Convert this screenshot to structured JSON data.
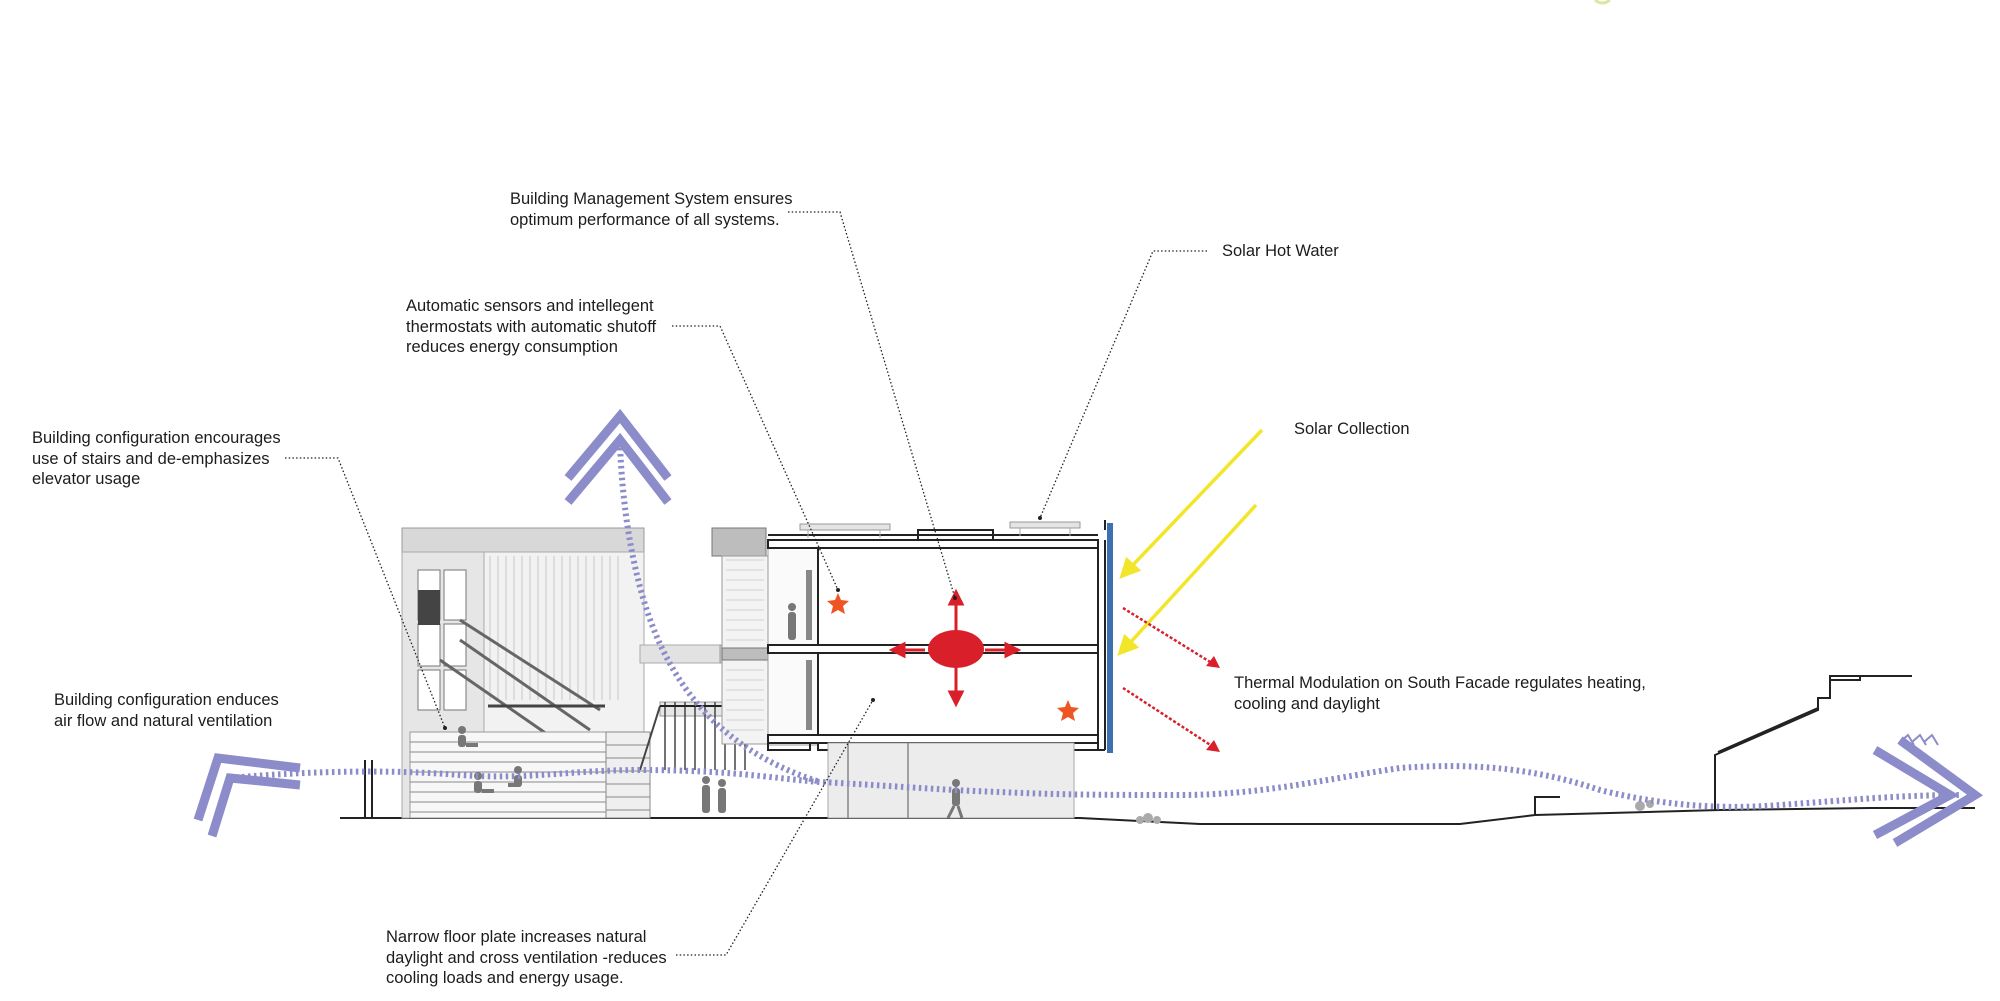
{
  "labels": {
    "bms": [
      "Building Management System ensures",
      "optimum performance of all systems."
    ],
    "sensors": [
      "Automatic sensors and  intellegent",
      "thermostats with automatic shutoff",
      "reduces energy consumption"
    ],
    "stairs": [
      "Building configuration encourages",
      "use of stairs and de-emphasizes",
      "elevator usage"
    ],
    "airflow": [
      "Building configuration enduces",
      "air flow and natural ventilation"
    ],
    "solar_hot_water": [
      "Solar Hot Water"
    ],
    "solar_collection": [
      "Solar Collection"
    ],
    "thermal": [
      "Thermal Modulation on South Facade  regulates heating,",
      "cooling and daylight"
    ],
    "floor_plate": [
      "Narrow floor plate increases natural",
      "daylight and cross ventilation -reduces",
      "cooling loads and energy usage."
    ]
  },
  "colors": {
    "airflow": "#8b8cc9",
    "solar_ray": "#f2e62a",
    "heat": "#d81f2a",
    "sensor_star": "#ee5522",
    "solar_panel": "#3e6fb0",
    "line": "#222222",
    "building_gray": "#bdbdbd"
  },
  "icons": [
    "airflow-arrow-icon",
    "sensor-star-icon",
    "hvac-unit-icon",
    "person-icon"
  ]
}
